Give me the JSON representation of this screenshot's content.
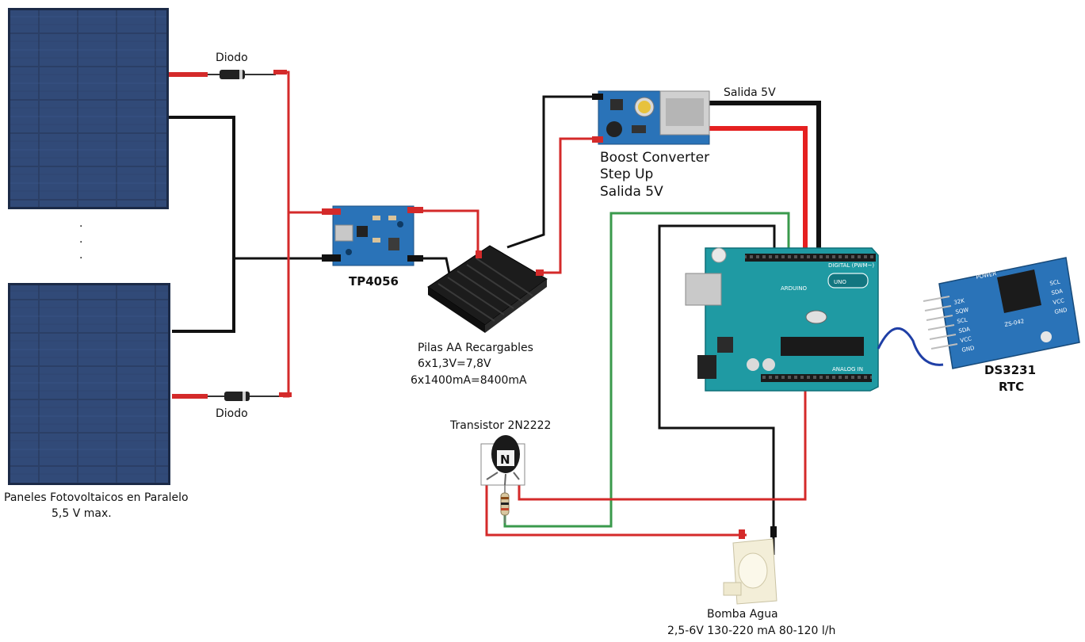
{
  "colors": {
    "wire_red": "#d42a2a",
    "wire_black": "#111111",
    "wire_green": "#3a9a4c",
    "board_blue": "#2a73b8",
    "arduino_teal": "#1f9aa3",
    "solar_cell": "#2b3f66"
  },
  "labels": {
    "diode_top": "Diodo",
    "diode_bottom": "Diodo",
    "panels_line1": "Paneles Fotovoltaicos en Paralelo",
    "panels_line2": "5,5 V max.",
    "tp4056": "TP4056",
    "batteries_line1": "Pilas AA Recargables",
    "batteries_line2": "6x1,3V=7,8V",
    "batteries_line3": "6x1400mA=8400mA",
    "boost_line1": "Boost Converter",
    "boost_line2": "Step Up",
    "boost_line3": "Salida 5V",
    "output_5v": "Salida 5V",
    "transistor": "Transistor 2N2222",
    "transistor_mark": "N",
    "pump_line1": "Bomba Agua",
    "pump_line2": "2,5-6V  130-220 mA  80-120 l/h",
    "rtc_line1": "DS3231",
    "rtc_line2": "RTC",
    "arduino_logo": "UNO",
    "arduino_brand": "ARDUINO",
    "arduino_digital": "DIGITAL (PWM~)",
    "arduino_analog": "ANALOG IN",
    "rtc_chip": "ZS-042",
    "rtc_power": "POWER",
    "rtc_pins_left": [
      "32K",
      "SQW",
      "SCL",
      "SDA",
      "VCC",
      "GND"
    ],
    "rtc_pins_right": [
      "SCL",
      "SDA",
      "VCC",
      "GND"
    ],
    "dots": "·"
  }
}
